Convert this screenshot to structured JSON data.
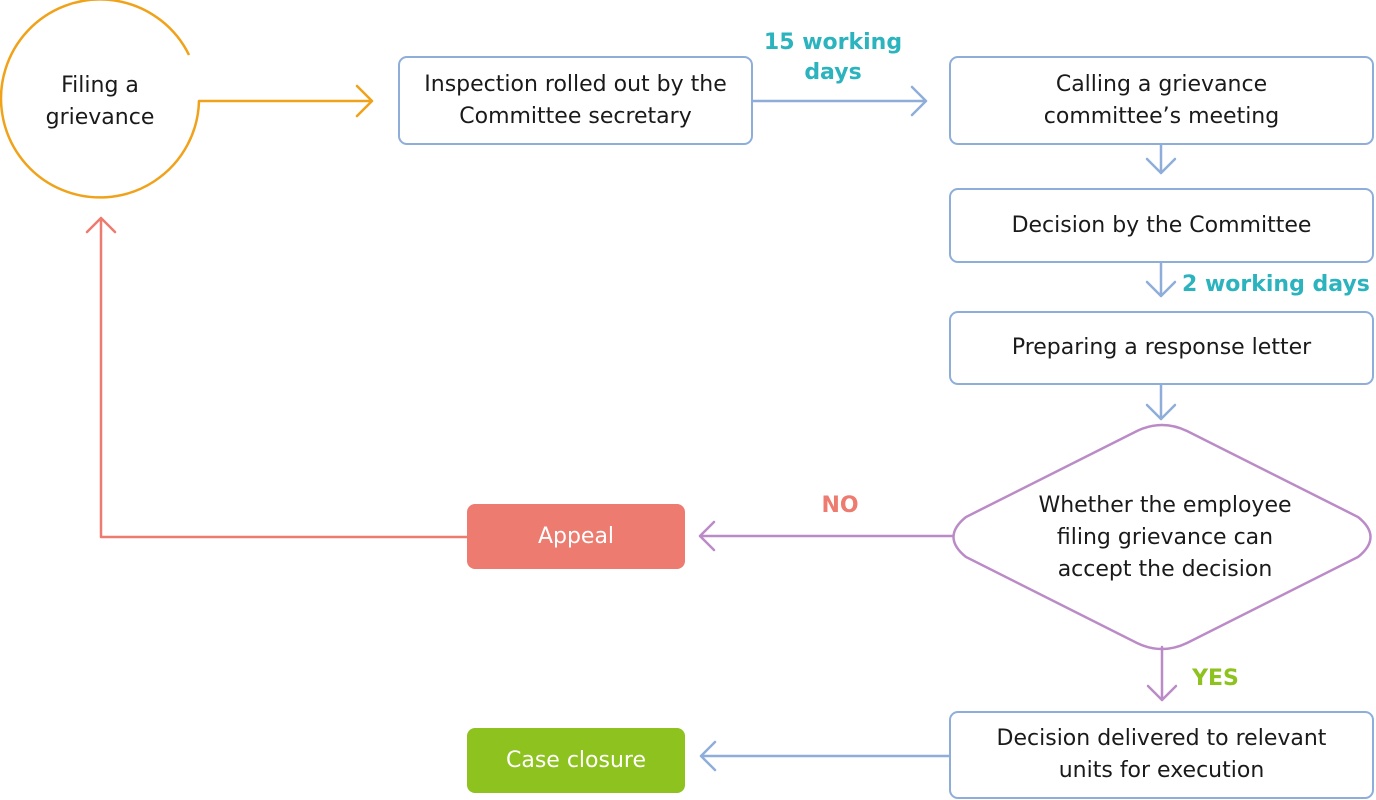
{
  "colors": {
    "orange": "#f0a21a",
    "blue": "#8eaed9",
    "purple": "#bb8bc7",
    "red": "#ee7b6f",
    "green": "#8dc21f",
    "teal": "#2bb3be"
  },
  "nodes": {
    "filing": "Filing a grievance",
    "inspection": "Inspection rolled out by the Committee secretary",
    "calling": "Calling a grievance committee’s meeting",
    "decision": "Decision by the Committee",
    "preparing": "Preparing a response letter",
    "whether": "Whether the employee filing grievance can accept the decision",
    "appeal": "Appeal",
    "delivered": "Decision delivered to relevant units for execution",
    "closure": "Case closure"
  },
  "edge_labels": {
    "fifteen_days": "15 working days",
    "two_days": "2 working days",
    "no": "NO",
    "yes": "YES"
  }
}
